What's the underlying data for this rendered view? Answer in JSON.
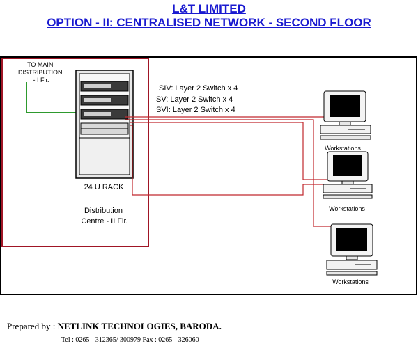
{
  "title": "L&T LIMITED",
  "subtitle": "OPTION - II: CENTRALISED NETWORK - SECOND FLOOR",
  "diagram": {
    "main_distribution_label": [
      "TO MAIN",
      "DISTRIBUTION",
      "- I Flr."
    ],
    "rack_label": "24 U RACK",
    "distribution_centre_label": [
      "Distribution",
      "Centre - II Flr."
    ],
    "switches": [
      "SIV: Layer 2 Switch x 4",
      "SV: Layer 2 Switch x 4",
      "SVI: Layer 2 Switch x 4"
    ],
    "workstations": [
      "Workstations",
      "Workstations",
      "Workstations"
    ]
  },
  "footer": {
    "prepared_by_label": "Prepared by :",
    "company": "NETLINK TECHNOLOGIES, BARODA.",
    "contact": "Tel : 0265 - 312365/ 300979 Fax : 0265 - 326060"
  },
  "colors": {
    "title": "#1a1ad0",
    "network_cable": "#c0282d",
    "uplink_cable": "#2e9a2e",
    "outline": "#000000"
  }
}
